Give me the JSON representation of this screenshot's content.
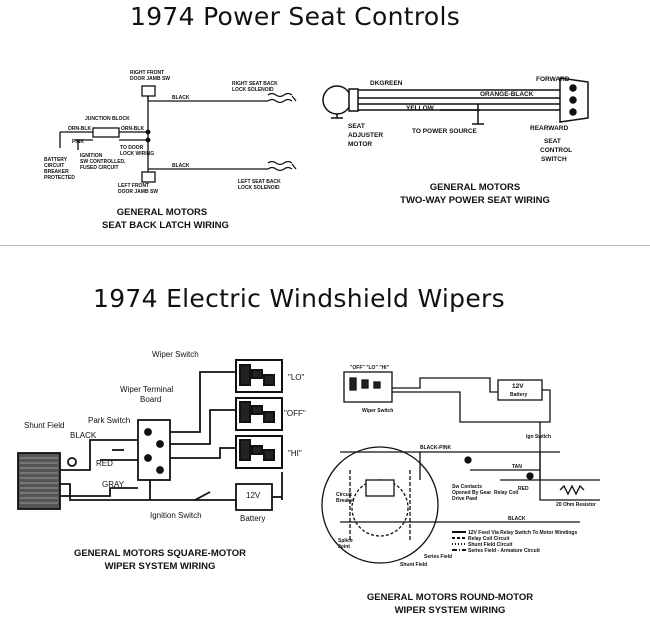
{
  "titles": {
    "seat": "1974 Power Seat Controls",
    "wipers": "1974 Electric Windshield Wipers"
  },
  "latch": {
    "caption_line1": "GENERAL MOTORS",
    "caption_line2": "SEAT BACK LATCH WIRING",
    "right_front": "RIGHT FRONT",
    "door_jamb_sw": "DOOR JAMB SW",
    "right_seat_back": "RIGHT SEAT BACK",
    "lock_solenoid": "LOCK SOLENOID",
    "black": "BLACK",
    "junction_block": "JUNCTION BLOCK",
    "orn_blk": "ORN-BLK",
    "pink": "PINK",
    "to_door": "TO DOOR",
    "lock_wiring": "LOCK WIRING",
    "battery": "BATTERY",
    "circuit": "CIRCUIT",
    "breaker": "BREAKER",
    "protected": "PROTECTED",
    "ignition": "IGNITION",
    "sw_controlled": "SW CONTROLLED,",
    "fused_circuit": "FUSED CIRCUIT",
    "left_front": "LEFT FRONT",
    "left_seat_back": "LEFT SEAT BACK"
  },
  "seat2way": {
    "caption_line1": "GENERAL MOTORS",
    "caption_line2": "TWO-WAY POWER SEAT WIRING",
    "dkgreen": "DKGREEN",
    "orange_black": "ORANGE-BLACK",
    "yellow": "YELLOW",
    "to_power_source": "TO POWER SOURCE",
    "forward": "FORWARD",
    "rearward": "REARWARD",
    "seat": "SEAT",
    "adjuster": "ADJUSTER",
    "motor": "MOTOR",
    "control": "CONTROL",
    "switch": "SWITCH"
  },
  "square": {
    "caption_line1": "GENERAL MOTORS SQUARE-MOTOR",
    "caption_line2": "WIPER SYSTEM WIRING",
    "wiper_switch": "Wiper Switch",
    "wiper_terminal": "Wiper Terminal",
    "board": "Board",
    "park_switch": "Park Switch",
    "shunt_field": "Shunt Field",
    "black": "BLACK",
    "red": "RED",
    "gray": "GRAY",
    "lo": "\"LO\"",
    "off": "\"OFF\"",
    "hi": "\"HI\"",
    "ignition_switch": "Ignition Switch",
    "v12": "12V",
    "battery": "Battery"
  },
  "round": {
    "caption_line1": "GENERAL MOTORS ROUND-MOTOR",
    "caption_line2": "WIPER SYSTEM WIRING",
    "off_lo_hi": "\"OFF\" \"LO\" \"HI\"",
    "wiper_switch": "Wiper Switch",
    "v12": "12V",
    "battery": "Battery",
    "ign_switch": "Ign Switch",
    "black_pink": "BLACK-PINK",
    "tan": "TAN",
    "red": "RED",
    "sw_contacts": "Sw Contacts",
    "opened_by_gear": "Opened By Gear",
    "drive_pawl": "Drive Pawl",
    "relay_coil": "Relay Coil",
    "resistor": "20 Ohm Resistor",
    "circuit": "Circuit",
    "breaker": "Breaker",
    "black": "BLACK",
    "splice": "Splice",
    "joint": "Joint",
    "series_field": "Series Field",
    "shunt_field": "Shunt Field",
    "legend1": "12V Feed Via Relay Switch To Motor Windings",
    "legend2": "Relay Coil Circuit",
    "legend3": "Shunt Field Circuit",
    "legend4": "Series Field - Armature Circuit"
  }
}
